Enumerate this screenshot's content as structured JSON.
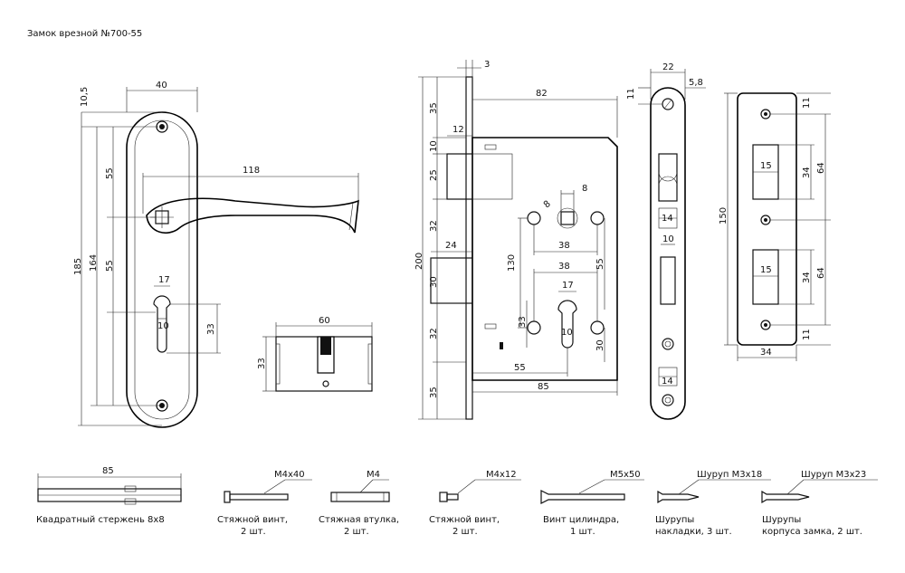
{
  "title": "Замок врезной №700-55",
  "handle": {
    "dims": [
      "10,5",
      "40",
      "55",
      "55",
      "164",
      "185",
      "118",
      "17",
      "10",
      "33"
    ]
  },
  "cylinder": {
    "dims": [
      "60",
      "33"
    ]
  },
  "lock_body": {
    "dims": [
      "3",
      "82",
      "35",
      "10",
      "12",
      "25",
      "32",
      "24",
      "30",
      "32",
      "35",
      "200",
      "130",
      "8",
      "8",
      "38",
      "38",
      "55",
      "17",
      "33",
      "10",
      "30",
      "55",
      "85"
    ]
  },
  "faceplate": {
    "dims": [
      "22",
      "5,8",
      "11",
      "14",
      "10",
      "14"
    ]
  },
  "strike": {
    "dims": [
      "11",
      "15",
      "34",
      "64",
      "150",
      "15",
      "34",
      "64",
      "11",
      "34"
    ]
  },
  "parts": [
    {
      "label": "M4x40",
      "caption_line1": "Стяжной винт,",
      "caption_line2": "2 шт."
    },
    {
      "label": "M4",
      "caption_line1": "Стяжная втулка,",
      "caption_line2": "2 шт."
    },
    {
      "label": "M4x12",
      "caption_line1": "Стяжной винт,",
      "caption_line2": "2 шт."
    },
    {
      "label": "M5x50",
      "caption_line1": "Винт цилиндра,",
      "caption_line2": "1 шт."
    },
    {
      "label": "Шуруп M3x18",
      "caption_line1": "Шурупы",
      "caption_line2": "накладки, 3 шт."
    },
    {
      "label": "Шуруп M3x23",
      "caption_line1": "Шурупы",
      "caption_line2": "корпуса замка, 2 шт."
    }
  ],
  "spindle": {
    "dim": "85",
    "caption": "Квадратный стержень 8x8"
  }
}
